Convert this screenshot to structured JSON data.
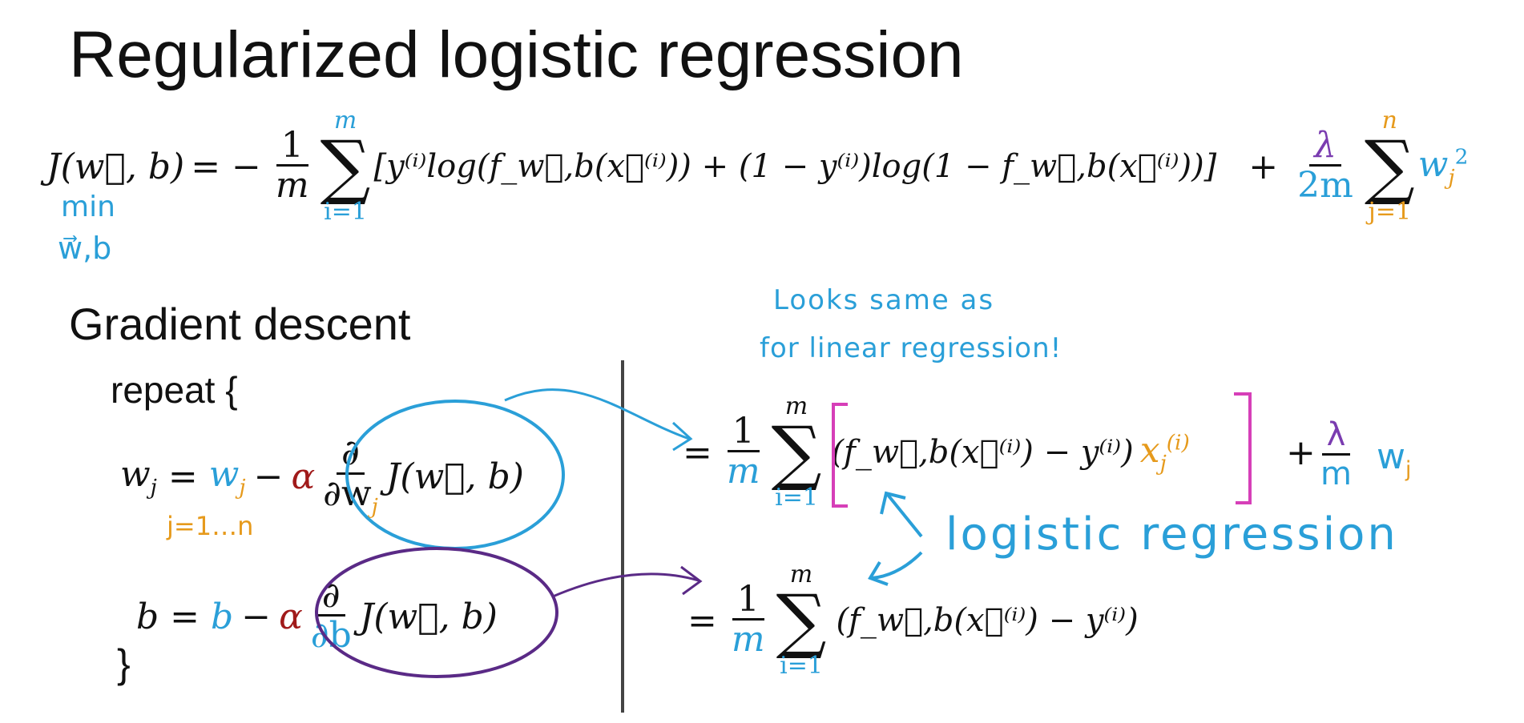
{
  "title": "Regularized logistic regression",
  "cost": {
    "lhs": "J(w⃗, b)",
    "eq": "= −",
    "one": "1",
    "m": "m",
    "sum_top": "m",
    "sum_bot": "i=1",
    "body": "[y⁽ⁱ⁾log(f_w⃗,b(x⃗⁽ⁱ⁾)) + (1 − y⁽ⁱ⁾)log(1 − f_w⃗,b(x⃗⁽ⁱ⁾))]",
    "plus": "+",
    "lambda": "λ",
    "two_m": "2m",
    "reg_sum_top": "n",
    "reg_sum_bot": "j=1",
    "reg_term": "w",
    "reg_sub": "j",
    "reg_sup": "2",
    "min_note": "min",
    "min_vars": "w⃗,b"
  },
  "subtitle": "Gradient descent",
  "algorithm": {
    "repeat": "repeat {",
    "w_update_lhs": "w",
    "w_update_lhs_sub": "j",
    "w_update_eq": "=",
    "w_update_w": "w",
    "w_update_w_sub": "j",
    "minus": "−",
    "alpha": "α",
    "partial": "∂",
    "partial_w": "∂w",
    "partial_w_sub": "j",
    "J": "J(w⃗, b)",
    "j_range": "j=1…n",
    "b_update_lhs": "b",
    "b_update_eq": "=",
    "b_update_b": "b",
    "partial_b": "∂b",
    "close": "}"
  },
  "right": {
    "note_line1": "Looks same as",
    "note_line2": "for linear regression!",
    "w_grad_eq": "=",
    "w_grad_one": "1",
    "w_grad_m": "m",
    "w_grad_sum_top": "m",
    "w_grad_sum_bot": "i=1",
    "w_grad_body": "(f_w⃗,b(x⃗⁽ⁱ⁾) − y⁽ⁱ⁾)",
    "w_grad_x": "x",
    "w_grad_x_sub": "j",
    "w_grad_x_sup": "(i)",
    "w_grad_plus": "+",
    "w_grad_lambda": "λ",
    "w_grad_reg_m": "m",
    "w_grad_reg_w": "w",
    "w_grad_reg_sub": "j",
    "logistic_label": "logistic regression",
    "b_grad_eq": "=",
    "b_grad_one": "1",
    "b_grad_m": "m",
    "b_grad_sum_top": "m",
    "b_grad_sum_bot": "i=1",
    "b_grad_body": "(f_w⃗,b(x⃗⁽ⁱ⁾) − y⁽ⁱ⁾)"
  },
  "colors": {
    "blue": "#2a9fd8",
    "orange": "#e69a1c",
    "purple": "#7a3cb0",
    "red": "#a01a1a",
    "magenta": "#d63fb8"
  }
}
